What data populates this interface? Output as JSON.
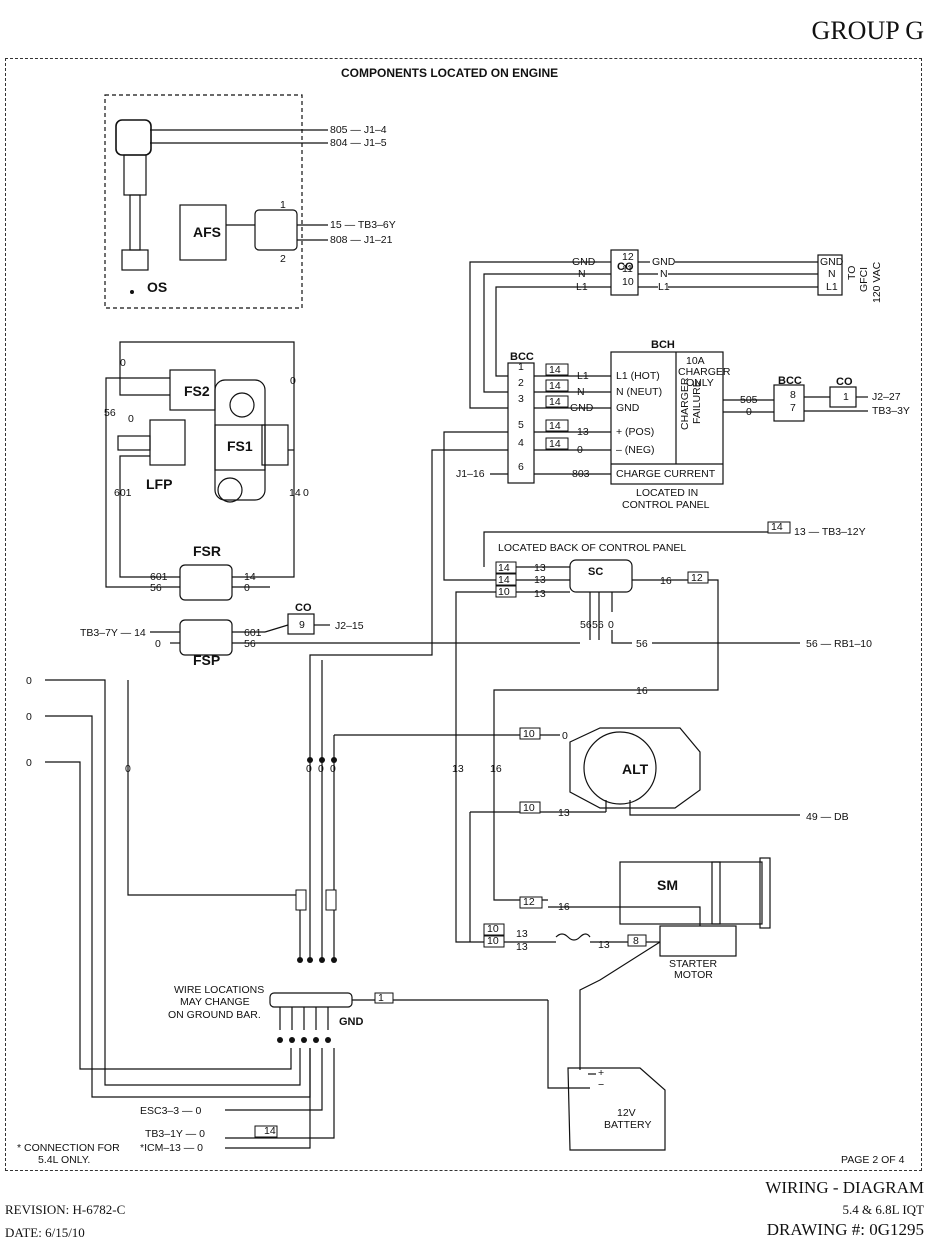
{
  "header": {
    "group": "GROUP G"
  },
  "title": "COMPONENTS LOCATED ON ENGINE",
  "footer": {
    "page": "PAGE 2 OF 4",
    "doc_type": "WIRING - DIAGRAM",
    "model": "5.4 & 6.8L IQT",
    "drawing": "DRAWING #: 0G1295",
    "revision": "REVISION: H-6782-C",
    "date": "DATE: 6/15/10"
  },
  "components": {
    "os": "OS",
    "afs": "AFS",
    "fs2": "FS2",
    "fs1": "FS1",
    "lfp": "LFP",
    "fsr": "FSR",
    "fsp": "FSP",
    "co": "CO",
    "bch": "BCH",
    "bcc": "BCC",
    "sc": "SC",
    "alt": "ALT",
    "sm": "SM",
    "gnd": "GND",
    "battery_line1": "12V",
    "battery_line2": "BATTERY",
    "starter_line1": "STARTER",
    "starter_line2": "MOTOR"
  },
  "notes": {
    "control_panel_1": "LOCATED IN",
    "control_panel_2": "CONTROL PANEL",
    "back_panel": "LOCATED BACK OF CONTROL PANEL",
    "ground_1": "WIRE LOCATIONS",
    "ground_2": "MAY CHANGE",
    "ground_3": "ON GROUND BAR.",
    "conn_1": "* CONNECTION FOR",
    "conn_2": "5.4L ONLY.",
    "gfci": [
      "TO",
      "GFCI",
      "120 VAC"
    ],
    "charger_only": [
      "10A",
      "CHARGER",
      "ONLY"
    ],
    "charger_failure": [
      "CHARGER",
      "FAILURE"
    ]
  },
  "bch_terminals": [
    "L1 (HOT)",
    "N (NEUT)",
    "GND",
    "+ (POS)",
    "– (NEG)",
    "CHARGE CURRENT"
  ],
  "labels": [
    "805",
    "J1–4",
    "804",
    "J1–5",
    "1",
    "2",
    "15",
    "TB3–6Y",
    "808",
    "J1–21",
    "GND",
    "N",
    "L1",
    "12",
    "11",
    "10",
    "1",
    "2",
    "3",
    "5",
    "4",
    "6",
    "14",
    "13",
    "0",
    "803",
    "J1–16",
    "505",
    "8",
    "7",
    "J2–27",
    "TB3–3Y",
    "13",
    "TB3–12Y",
    "16",
    "RB1–10",
    "56",
    "601",
    "TB3–7Y",
    "9",
    "J2–15",
    "49",
    "DB",
    "8",
    "ESC3–3",
    "TB3–1Y",
    "*ICM–13"
  ]
}
